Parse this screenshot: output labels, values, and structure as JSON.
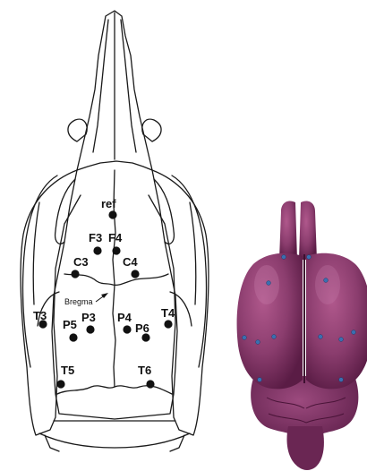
{
  "electrode_labels": {
    "ref": "ref",
    "f3": "F3",
    "f4": "F4",
    "c3": "C3",
    "c4": "C4",
    "t3": "T3",
    "t4": "T4",
    "p5": "P5",
    "p3": "P3",
    "p4": "P4",
    "p6": "P6",
    "t5": "T5",
    "t6": "T6"
  },
  "bregma_label": "Bregma",
  "colors": {
    "line": "#1a1a1a",
    "electrode": "#111111",
    "brain": "#8b3d6e",
    "brain_dark": "#5e1f4a",
    "brain_light": "#b86a9a",
    "brain_dot": "#3a6fb0"
  }
}
